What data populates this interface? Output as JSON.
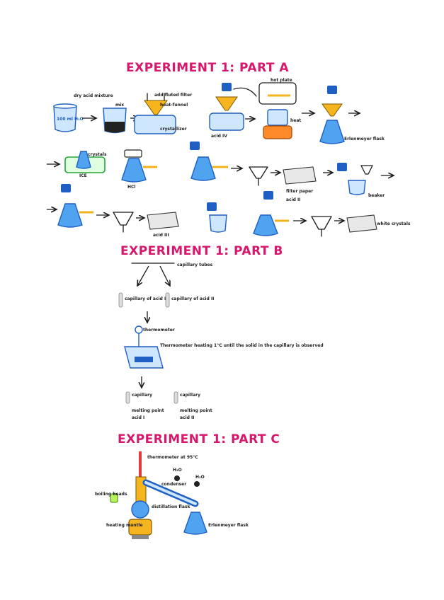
{
  "titles": {
    "part_a": "EXPERIMENT 1: PART A",
    "part_b": "EXPERIMENT 1: PART B",
    "part_c": "EXPERIMENT 1: PART C"
  },
  "part_a": {
    "beaker_label": "100 ml H₂O",
    "note_dry_acid": "dry acid mixture",
    "note_mix": "mix",
    "note_fluted_filter": "add fluted filter",
    "note_funnel": "heat-funnel",
    "note_crystallizer": "crystallizer",
    "note_hot_plate": "hot plate",
    "note_heat": "heat",
    "note_acid_iv": "acid IV",
    "note_erlenmeyer": "Erlenmeyer flask",
    "note_ice": "ICE",
    "note_crystals": "crystals",
    "note_hcl": "HCl",
    "note_filter_paper": "filter paper",
    "note_acid_ii": "acid II",
    "note_acid_iii": "acid III",
    "note_beaker": "beaker",
    "note_white_crystals": "white crystals"
  },
  "part_b": {
    "top_note": "capillary tubes",
    "tube_a": "capillary of acid I",
    "tube_b": "capillary of acid II",
    "thermometer": "thermometer",
    "apparatus": "Thermometer heating 1°C until the solid in the capillary is observed",
    "result_a_1": "capillary",
    "result_a_2": "melting point",
    "result_a_3": "acid I",
    "result_b_1": "capillary",
    "result_b_2": "melting point",
    "result_b_3": "acid II"
  },
  "part_c": {
    "thermometer_note": "thermometer at 95°C",
    "boiling_beads": "boiling beads",
    "heating_mantle": "heating mantle",
    "flask": "distillation flask",
    "condenser": "condenser",
    "receiver": "Erlenmeyer flask",
    "water_in": "H₂O",
    "water_out": "H₂O"
  }
}
